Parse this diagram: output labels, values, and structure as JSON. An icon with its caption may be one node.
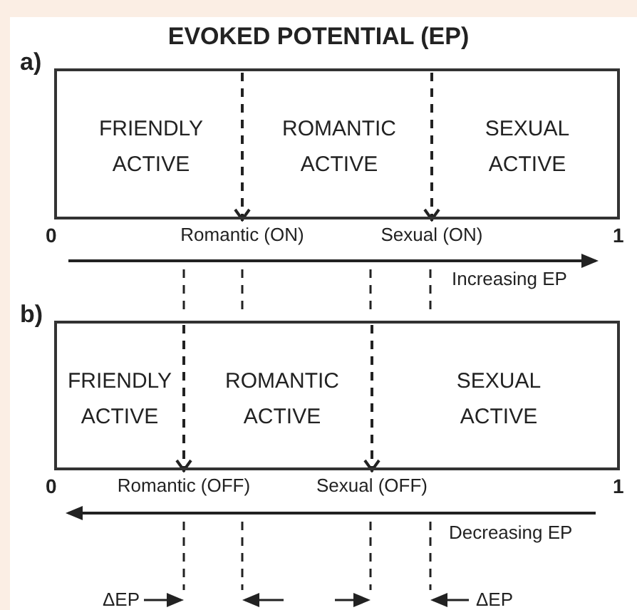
{
  "diagram": {
    "title": "EVOKED POTENTIAL (EP)",
    "nodes": [
      {
        "text": [
          "FRIENDLY ACTIVE",
          "ROMANTIC ACTIVE",
          "SEXUAL ACTIVE"
        ]
      },
      {
        "text": [
          "Romantic (ON)"
        ]
      },
      {
        "text": [
          "Sexual (ON)"
        ]
      },
      {
        "text": [
          "FRIENDLY ACTIVE",
          "ROMANTIC ACTIVE",
          "SEXUAL ACTIVE"
        ]
      },
      {
        "text": [
          "Romantic (OFF)"
        ]
      },
      {
        "text": [
          "Sexual (OFF)"
        ]
      }
    ],
    "edges": [
      {
        "from": 0,
        "to": 1,
        "arrow": "to",
        "style": "dashed"
      },
      {
        "from": 0,
        "to": 2,
        "arrow": "to",
        "style": "dashed"
      },
      {
        "from": 3,
        "to": 4,
        "arrow": "to",
        "style": "dashed"
      },
      {
        "from": 3,
        "to": 5,
        "arrow": "to",
        "style": "dashed"
      }
    ],
    "labels": [
      "a)",
      "0",
      "1",
      "Increasing EP",
      "b)",
      "0",
      "1",
      "Decreasing EP",
      "ΔEP",
      "ΔEP"
    ]
  }
}
